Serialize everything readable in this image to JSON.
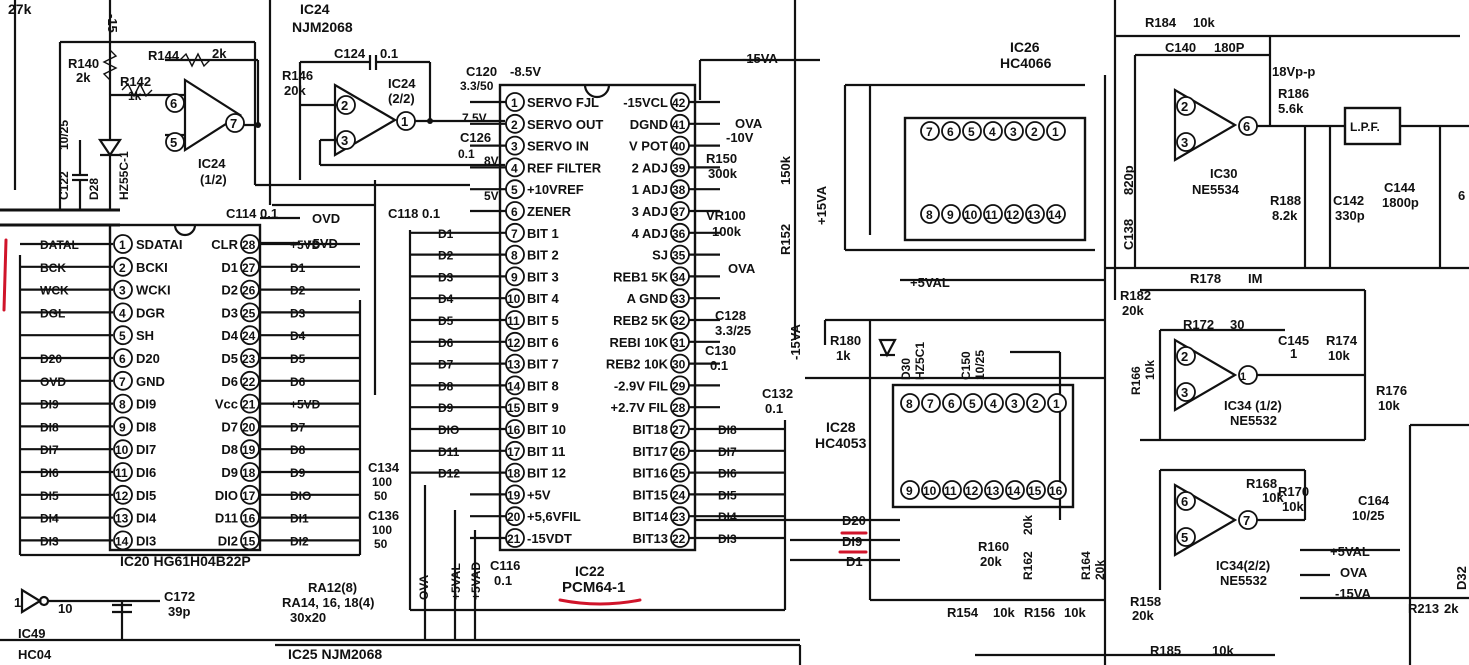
{
  "top_labels": {
    "r_top": "27k",
    "v_top": "-15",
    "ic24_ref": "IC24",
    "ic24_part": "NJM2068"
  },
  "left_amp": {
    "r140": "R140",
    "r140_val": "2k",
    "r144": "R144",
    "r144_val": "2k",
    "r142": "R142",
    "r142_val": "1k",
    "c122": "C122",
    "c122_val": "10/25",
    "d28": "D28",
    "d28_part": "HZ55C-1",
    "ic24": "IC24",
    "ic24_half": "(1/2)"
  },
  "mid_amp": {
    "c124": "C124",
    "c124_val": "0.1",
    "r146": "R146",
    "r146_val": "20k",
    "ic24": "IC24",
    "ic24_half": "(2/2)"
  },
  "ic20": {
    "label": "IC20 HG61H04B22P",
    "left_pins": [
      {
        "n": "1",
        "name": "SDATAI",
        "sig": "DATAL"
      },
      {
        "n": "2",
        "name": "BCKI",
        "sig": "BCK"
      },
      {
        "n": "3",
        "name": "WCKI",
        "sig": "WCK"
      },
      {
        "n": "4",
        "name": "DGR",
        "sig": "DGL"
      },
      {
        "n": "5",
        "name": "SH",
        "sig": ""
      },
      {
        "n": "6",
        "name": "D20",
        "sig": "D20"
      },
      {
        "n": "7",
        "name": "GND",
        "sig": "OVD"
      },
      {
        "n": "8",
        "name": "DI9",
        "sig": "DI9"
      },
      {
        "n": "9",
        "name": "DI8",
        "sig": "DI8"
      },
      {
        "n": "10",
        "name": "DI7",
        "sig": "DI7"
      },
      {
        "n": "11",
        "name": "DI6",
        "sig": "DI6"
      },
      {
        "n": "12",
        "name": "DI5",
        "sig": "DI5"
      },
      {
        "n": "13",
        "name": "DI4",
        "sig": "DI4"
      },
      {
        "n": "14",
        "name": "DI3",
        "sig": "DI3"
      }
    ],
    "right_pins": [
      {
        "n": "28",
        "name": "CLR",
        "sig": "+5VD"
      },
      {
        "n": "27",
        "name": "D1",
        "sig": "D1"
      },
      {
        "n": "26",
        "name": "D2",
        "sig": "D2"
      },
      {
        "n": "25",
        "name": "D3",
        "sig": "D3"
      },
      {
        "n": "24",
        "name": "D4",
        "sig": "D4"
      },
      {
        "n": "23",
        "name": "D5",
        "sig": "D5"
      },
      {
        "n": "22",
        "name": "D6",
        "sig": "D6"
      },
      {
        "n": "21",
        "name": "Vcc",
        "sig": "+5VD"
      },
      {
        "n": "20",
        "name": "D7",
        "sig": "D7"
      },
      {
        "n": "19",
        "name": "D8",
        "sig": "D8"
      },
      {
        "n": "18",
        "name": "D9",
        "sig": "D9"
      },
      {
        "n": "17",
        "name": "DIO",
        "sig": "DIO"
      },
      {
        "n": "16",
        "name": "D11",
        "sig": "DI1"
      },
      {
        "n": "15",
        "name": "DI2",
        "sig": "DI2"
      }
    ]
  },
  "ic22": {
    "ref": "IC22",
    "part": "PCM64-1",
    "left_pins": [
      {
        "n": "1",
        "name": "SERVO FJL",
        "sig": ""
      },
      {
        "n": "2",
        "name": "SERVO OUT",
        "sig": ""
      },
      {
        "n": "3",
        "name": "SERVO IN",
        "sig": ""
      },
      {
        "n": "4",
        "name": "REF FILTER",
        "sig": ""
      },
      {
        "n": "5",
        "name": "+10VREF",
        "sig": ""
      },
      {
        "n": "6",
        "name": "ZENER",
        "sig": ""
      },
      {
        "n": "7",
        "name": "BIT 1",
        "sig": "D1"
      },
      {
        "n": "8",
        "name": "BIT 2",
        "sig": "D2"
      },
      {
        "n": "9",
        "name": "BIT 3",
        "sig": "D3"
      },
      {
        "n": "10",
        "name": "BIT 4",
        "sig": "D4"
      },
      {
        "n": "11",
        "name": "BIT 5",
        "sig": "D5"
      },
      {
        "n": "12",
        "name": "BIT 6",
        "sig": "D6"
      },
      {
        "n": "13",
        "name": "BIT 7",
        "sig": "D7"
      },
      {
        "n": "14",
        "name": "BIT 8",
        "sig": "D8"
      },
      {
        "n": "15",
        "name": "BIT 9",
        "sig": "D9"
      },
      {
        "n": "16",
        "name": "BIT 10",
        "sig": "DIO"
      },
      {
        "n": "17",
        "name": "BIT 11",
        "sig": "D11"
      },
      {
        "n": "18",
        "name": "BIT 12",
        "sig": "D12"
      },
      {
        "n": "19",
        "name": "+5V",
        "sig": ""
      },
      {
        "n": "20",
        "name": "+5,6VFIL",
        "sig": ""
      },
      {
        "n": "21",
        "name": "-15VDT",
        "sig": ""
      }
    ],
    "right_pins": [
      {
        "n": "42",
        "name": "-15VCL",
        "sig": ""
      },
      {
        "n": "41",
        "name": "DGND",
        "sig": ""
      },
      {
        "n": "40",
        "name": "V POT",
        "sig": ""
      },
      {
        "n": "39",
        "name": "2 ADJ",
        "sig": ""
      },
      {
        "n": "38",
        "name": "1 ADJ",
        "sig": ""
      },
      {
        "n": "37",
        "name": "3 ADJ",
        "sig": ""
      },
      {
        "n": "36",
        "name": "4 ADJ",
        "sig": ""
      },
      {
        "n": "35",
        "name": "SJ",
        "sig": ""
      },
      {
        "n": "34",
        "name": "REB1 5K",
        "sig": ""
      },
      {
        "n": "33",
        "name": "A GND",
        "sig": ""
      },
      {
        "n": "32",
        "name": "REB2 5K",
        "sig": ""
      },
      {
        "n": "31",
        "name": "REBI 10K",
        "sig": ""
      },
      {
        "n": "30",
        "name": "REB2 10K",
        "sig": ""
      },
      {
        "n": "29",
        "name": "-2.9V FIL",
        "sig": ""
      },
      {
        "n": "28",
        "name": "+2.7V FIL",
        "sig": ""
      },
      {
        "n": "27",
        "name": "BIT18",
        "sig": "DI8"
      },
      {
        "n": "26",
        "name": "BIT17",
        "sig": "DI7"
      },
      {
        "n": "25",
        "name": "BIT16",
        "sig": "DI6"
      },
      {
        "n": "24",
        "name": "BIT15",
        "sig": "DI5"
      },
      {
        "n": "23",
        "name": "BIT14",
        "sig": "DI4"
      },
      {
        "n": "22",
        "name": "BIT13",
        "sig": "DI3"
      }
    ]
  },
  "ic22_parts": {
    "c120": "C120",
    "c120_val": "-8.5V",
    "c120_b": "3.3/50",
    "v75": "7.5V",
    "c126": "C126",
    "c126_val": "0.1",
    "v8": "8V",
    "v5": "5V",
    "c118": "C118 0.1",
    "c114": "C114 0.1",
    "ovd": "OVD",
    "p5vd": "+5VD",
    "n15va": "-15VA",
    "ova": "OVA",
    "n10v": "-10V",
    "r150": "R150",
    "r150_val": "300k",
    "vr100": "VR100",
    "vr100_val": "100k",
    "r152": "R152",
    "r152_val": "150k",
    "p15va": "+15VA",
    "n15va2": "-15VA",
    "c128": "C128",
    "c128_val": "3.3/25",
    "c130": "C130",
    "c130_val": "0.1",
    "c132": "C132",
    "c132_val": "0.1",
    "c134": "C134",
    "c134_val": "100",
    "c134_b": "50",
    "c136": "C136",
    "c136_val": "100",
    "c136_b": "50",
    "c116": "C116",
    "c116_val": "0.1",
    "ra12": "RA12(8)",
    "ra14": "RA14, 16, 18(4)",
    "ra_val": "30x20",
    "ova2": "OVA",
    "p5val": "+5VAL",
    "p5vad": "+5VAD",
    "d20": "D20",
    "di9": "DI9",
    "d1": "D1"
  },
  "ic26": {
    "ref": "IC26",
    "part": "HC4066",
    "top": [
      "7",
      "6",
      "5",
      "4",
      "3",
      "2",
      "1"
    ],
    "bottom": [
      "8",
      "9",
      "10",
      "11",
      "12",
      "13",
      "14"
    ],
    "p5val": "+5VAL"
  },
  "ic28": {
    "ref": "IC28",
    "part": "HC4053",
    "top": [
      "8",
      "7",
      "6",
      "5",
      "4",
      "3",
      "2",
      "1"
    ],
    "bottom": [
      "9",
      "10",
      "11",
      "12",
      "13",
      "14",
      "15",
      "16"
    ]
  },
  "right_parts": {
    "r184": "R184",
    "r184_val": "10k",
    "c140": "C140",
    "c140_val": "180P",
    "vpp": "18Vp-p",
    "r186": "R186",
    "r186_val": "5.6k",
    "lpf": "L.P.F.",
    "ic30": "IC30",
    "ic30_part": "NE5534",
    "r188": "R188",
    "r188_val": "8.2k",
    "c142": "C142",
    "c142_val": "330p",
    "c144": "C144",
    "c144_val": "1800p",
    "c138": "C138",
    "c138_val": "820p",
    "r178": "R178",
    "r178_val": "IM",
    "r182": "R182",
    "r182_val": "20k",
    "r172": "R172",
    "r172_val": "30",
    "c145": "C145",
    "c145_val": "1",
    "r174": "R174",
    "r174_val": "10k",
    "r176": "R176",
    "r176_val": "10k",
    "r166": "R166",
    "r166_val": "10k",
    "ic34a": "IC34 (1/2)",
    "ic34a_part": "NE5532",
    "r180": "R180",
    "r180_val": "1k",
    "d30": "D30",
    "d30_part": "HZ5C1",
    "c150": "C150",
    "c150_val": "10/25",
    "r168": "R168",
    "r168_val": "10k",
    "r170": "R170",
    "r170_val": "10k",
    "ic34b": "IC34(2/2)",
    "ic34b_part": "NE5532",
    "r160": "R160",
    "r160_val": "20k",
    "r162": "R162",
    "r162_val": "20k",
    "r164": "R164",
    "r164_val": "20k",
    "r154": "R154",
    "r154_val": "10k",
    "r156": "R156",
    "r156_val": "10k",
    "r158": "R158",
    "r158_val": "20k",
    "c164": "C164",
    "c164_val": "10/25",
    "d32": "D32",
    "p5val": "+5VAL",
    "ova": "OVA",
    "n15va": "-15VA",
    "r213": "R213",
    "r213_val": "2k",
    "r185": "R185",
    "r185_val": "10k",
    "label6": "6"
  },
  "bottom": {
    "c172": "C172",
    "c172_val": "39p",
    "ic49": "IC49",
    "hc04": "HC04",
    "ic25": "IC25 NJM2068",
    "gate_out": "10",
    "gate_in": "1"
  }
}
